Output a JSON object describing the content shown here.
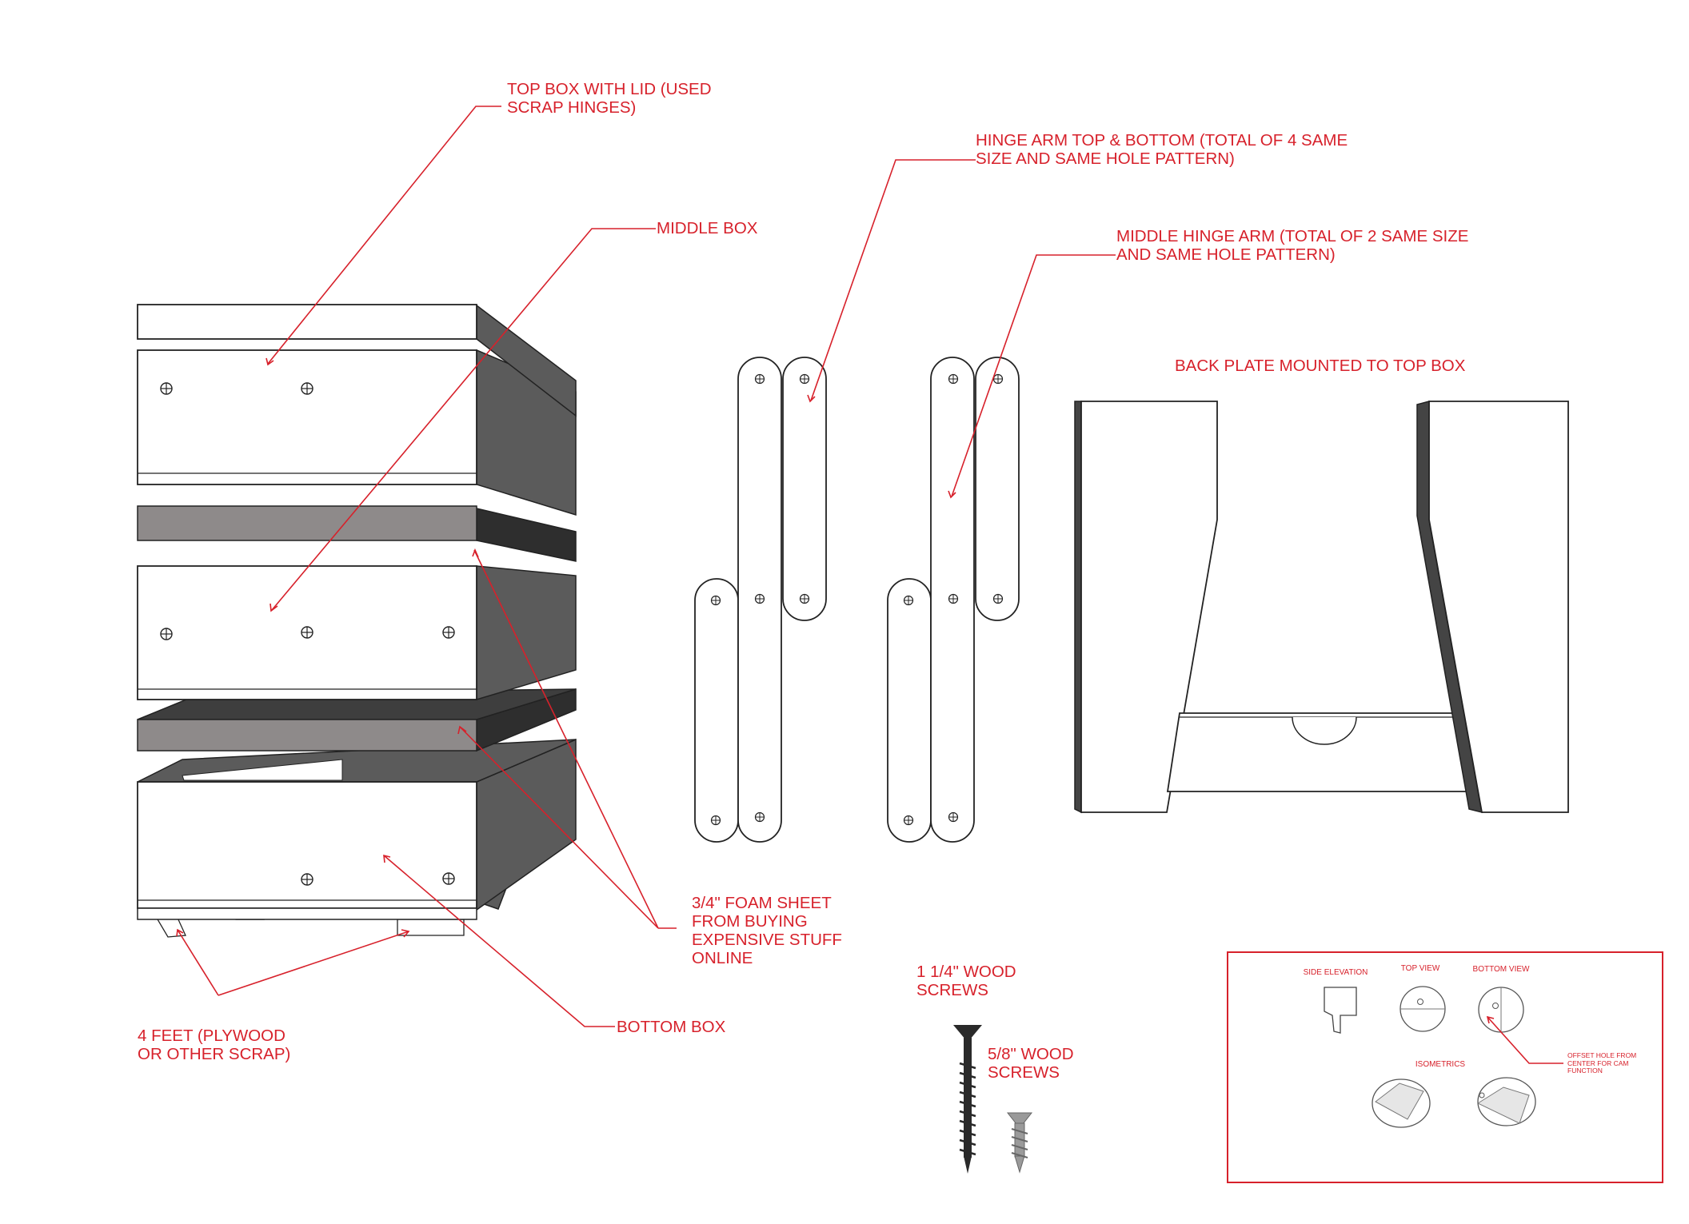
{
  "labels": {
    "top_box": "TOP BOX WITH LID (USED\nSCRAP HINGES)",
    "middle_box": "MIDDLE BOX",
    "hinge_arm_top_bottom": "HINGE ARM TOP & BOTTOM (TOTAL OF 4 SAME\nSIZE AND SAME HOLE PATTERN)",
    "middle_hinge_arm": "MIDDLE HINGE ARM (TOTAL OF 2 SAME SIZE\nAND SAME HOLE PATTERN)",
    "back_plate": "BACK PLATE MOUNTED TO TOP BOX",
    "foam_sheet": "3/4\" FOAM SHEET\nFROM BUYING\nEXPENSIVE STUFF\nONLINE",
    "bottom_box": "BOTTOM BOX",
    "feet": "4 FEET (PLYWOOD\nOR OTHER SCRAP)",
    "wood_screws_long": "1 1/4\" WOOD\nSCREWS",
    "wood_screws_short": "5/8\" WOOD\nSCREWS"
  },
  "cam_detail": {
    "side_elevation": "SIDE ELEVATION",
    "top_view": "TOP VIEW",
    "bottom_view": "BOTTOM VIEW",
    "isometrics": "ISOMETRICS",
    "offset_note": "OFFSET HOLE FROM\nCENTER FOR CAM\nFUNCTION"
  },
  "colors": {
    "annotation": "#d7212b",
    "outline": "#222222",
    "dark_side": "#5b5b5b",
    "foam_front": "#8e8a8a",
    "foam_side": "#2e2e2e",
    "screw_dark": "#2a2a2a",
    "screw_light": "#9a9a9a"
  },
  "icons": {
    "screw_hole": "crossed-circle",
    "screw_long": "black-wood-screw",
    "screw_short": "silver-wood-screw"
  }
}
